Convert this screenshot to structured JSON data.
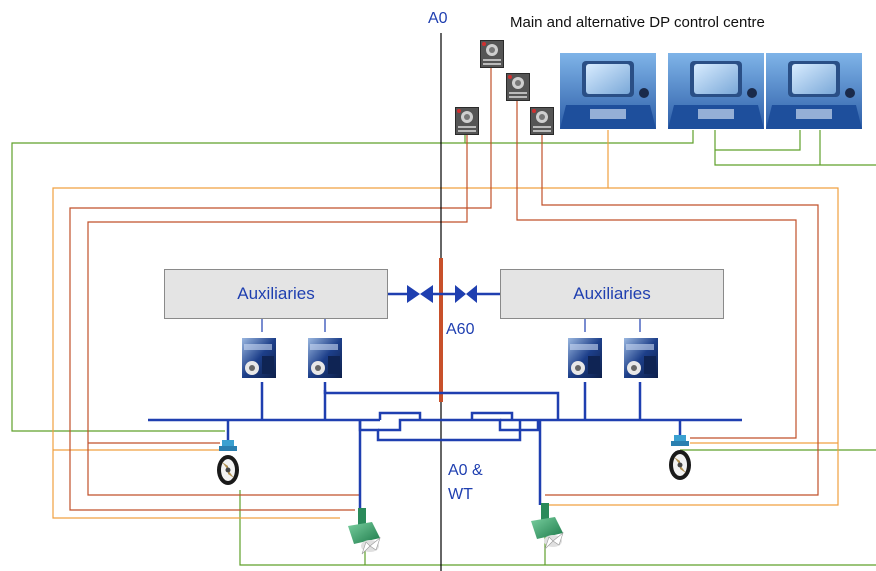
{
  "title": "Main and alternative DP control centre",
  "labels": {
    "a0_top": "A0",
    "a60": "A60",
    "a0_wt_line1": "A0 &",
    "a0_wt_line2": "WT"
  },
  "auxiliaries": [
    {
      "label": "Auxiliaries"
    },
    {
      "label": "Auxiliaries"
    }
  ],
  "colors": {
    "bus_blue": "#1f3fb0",
    "green": "#5fa02a",
    "orange": "#f0a040",
    "red": "#c0502a",
    "fire_wall": "#c8502a",
    "divider": "#000000",
    "box_fill": "#e4e4e4",
    "console_blue": "#3a6fc4"
  },
  "icons": {
    "console": "dp-console-icon",
    "panel": "control-panel-icon",
    "generator": "generator-icon",
    "azimuth": "azimuth-thruster-icon",
    "tunnel": "tunnel-thruster-icon",
    "valve": "valve-icon"
  }
}
